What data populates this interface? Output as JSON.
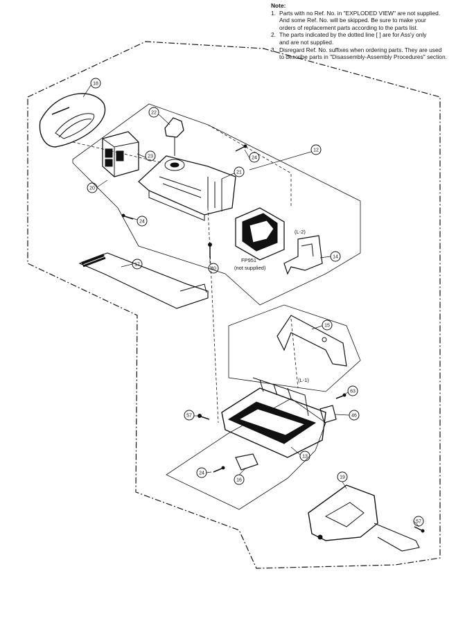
{
  "note": {
    "title": "Note:",
    "items": [
      {
        "num": "1.",
        "lines": [
          "Parts with no Ref. No. in \"EXPLODED VIEW\" are not supplied.",
          "And some Ref. No. will be skipped. Be sure to make your",
          "orders of replacement parts according to the parts list."
        ]
      },
      {
        "num": "2.",
        "lines": [
          "The parts indicated by the dotted line [ ] are for Ass'y only",
          "and are not supplied."
        ]
      },
      {
        "num": "3.",
        "lines": [
          "Disregard Ref. No. suffixes when ordering parts. They are used",
          "to describe parts in \"Disassembly-Assembly Procedures\" section."
        ]
      }
    ]
  },
  "callouts": {
    "c18": "18",
    "c22": "22",
    "c23": "23",
    "c12": "12",
    "c24a": "24",
    "c21": "21",
    "c20": "20",
    "c24b": "24",
    "c17": "17",
    "c40": "40",
    "c14": "14",
    "c15": "15",
    "c63": "63",
    "c46": "46",
    "c57a": "57",
    "c13": "13",
    "c24c": "24",
    "c16": "16",
    "c19": "19",
    "c57b": "57"
  },
  "labels": {
    "l2": "(L-2)",
    "l1": "(L-1)",
    "fp": "FP951",
    "not_supplied": "(not supplied)"
  }
}
